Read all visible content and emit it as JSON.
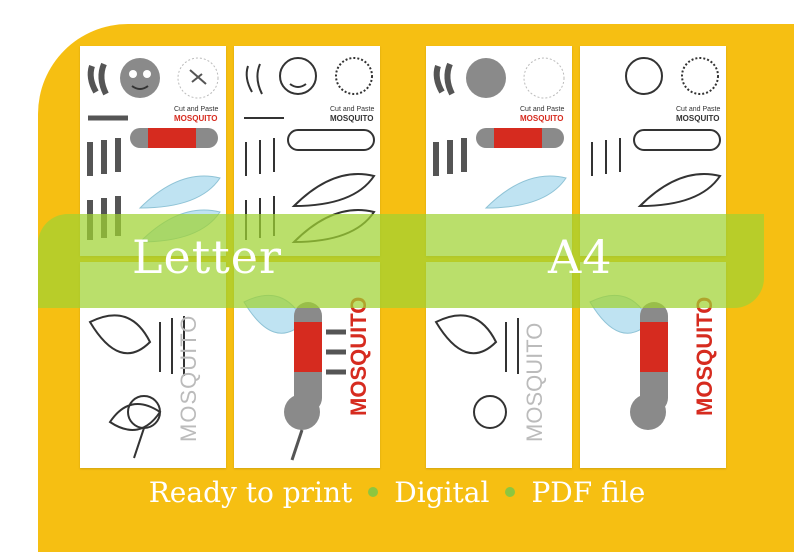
{
  "band": {
    "left_label": "Letter",
    "right_label": "A4"
  },
  "footer": {
    "item1": "Ready to print",
    "item2": "Digital",
    "item3": "PDF file"
  },
  "sheets": {
    "cut_and_paste": "Cut and Paste",
    "title": "MOSQUITO",
    "vertical_title": "MOSQUITO"
  },
  "colors": {
    "background_frame": "#f6bf12",
    "band": "#a0d232",
    "accent_red": "#d62b1f",
    "mosquito_gray": "#8a8a8a",
    "wing_blue": "#bfe3f2"
  }
}
